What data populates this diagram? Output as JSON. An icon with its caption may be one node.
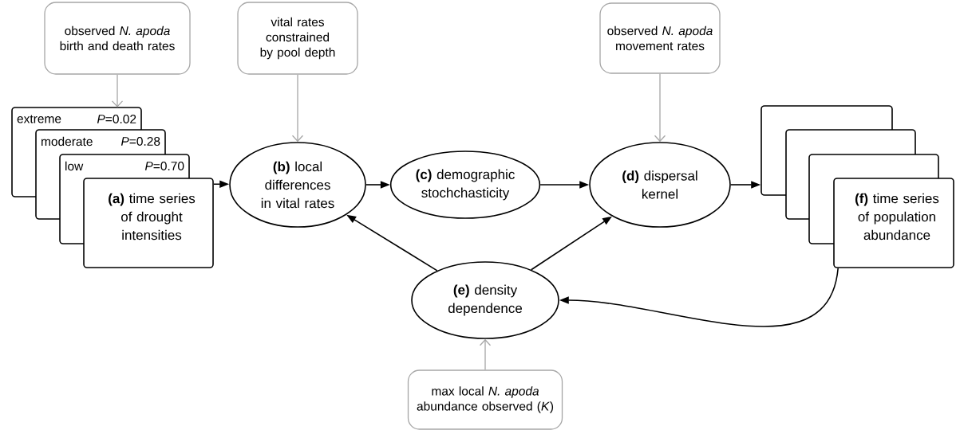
{
  "diagram": {
    "nodes": [
      {
        "text": [
          "observed *N. apoda* birth and death rates"
        ]
      },
      {
        "text": [
          "vital rates constrained by pool depth"
        ]
      },
      {
        "text": [
          "observed *N. apoda* movement rates"
        ]
      },
      {
        "text": [
          "extreme",
          "*P*=0.02"
        ]
      },
      {
        "text": [
          "moderate",
          "*P*=0.28"
        ]
      },
      {
        "text": [
          "low",
          "*P*=0.70"
        ]
      },
      {
        "text": [
          "**(a)** time series of drought intensities"
        ]
      },
      {
        "text": [
          "**(b)** local differences in vital rates"
        ]
      },
      {
        "text": [
          "**(c)** demographic stochchasticity"
        ]
      },
      {
        "text": [
          "**(d)** dispersal kernel"
        ]
      },
      {
        "text": [],
        "shape": "box"
      },
      {
        "text": [],
        "shape": "box"
      },
      {
        "text": [],
        "shape": "box"
      },
      {
        "text": [
          "**(f)** time series of population abundance"
        ]
      },
      {
        "text": [
          "**(e)** density dependence"
        ]
      },
      {
        "text": [
          "max local *N. apoda* abundance observed (*K*)"
        ]
      }
    ],
    "edges": [
      {
        "from": 0,
        "to": 3,
        "arrow": "to",
        "color": "#a6a6a6"
      },
      {
        "from": 1,
        "to": 7,
        "arrow": "to",
        "color": "#a6a6a6"
      },
      {
        "from": 2,
        "to": 9,
        "arrow": "to",
        "color": "#a6a6a6"
      },
      {
        "from": 15,
        "to": 14,
        "arrow": "to",
        "color": "#a6a6a6"
      },
      {
        "from": 6,
        "to": 7,
        "arrow": "to"
      },
      {
        "from": 7,
        "to": 8,
        "arrow": "to"
      },
      {
        "from": 8,
        "to": 9,
        "arrow": "to"
      },
      {
        "from": 9,
        "to": 10,
        "arrow": "to"
      },
      {
        "from": 14,
        "to": 7,
        "arrow": "to"
      },
      {
        "from": 14,
        "to": 9,
        "arrow": "to"
      },
      {
        "from": 13,
        "to": 14,
        "arrow": "to"
      }
    ]
  }
}
